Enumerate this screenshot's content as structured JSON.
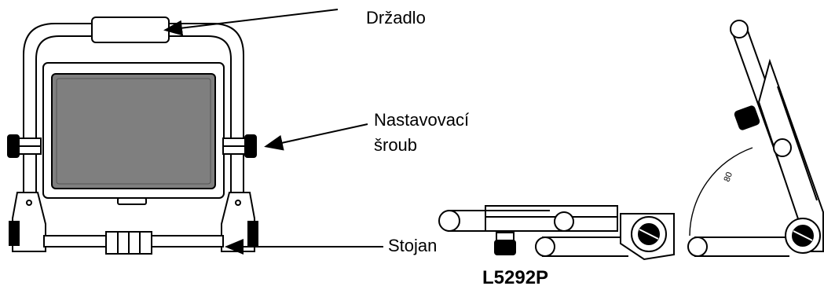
{
  "labels": {
    "handle": "Držadlo",
    "adjust_line1": "Nastavovací",
    "adjust_line2": "šroub",
    "stand": "Stojan"
  },
  "angle_mark": "80",
  "model": "L5292P"
}
